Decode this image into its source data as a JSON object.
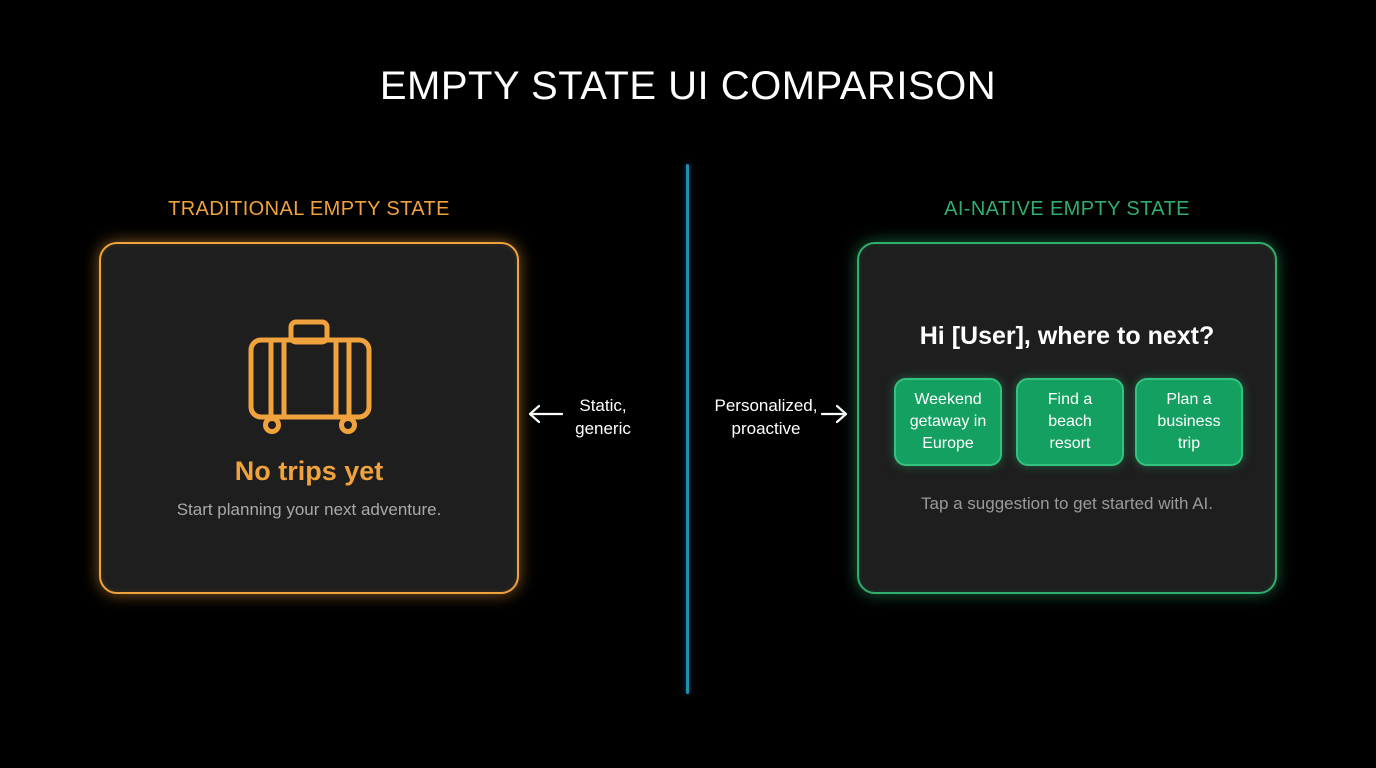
{
  "title": "EMPTY STATE UI COMPARISON",
  "traditional": {
    "label": "TRADITIONAL EMPTY STATE",
    "icon": "suitcase-icon",
    "empty_title": "No trips yet",
    "empty_subtitle": "Start planning your next adventure.",
    "annotation_line1": "Static,",
    "annotation_line2": "generic",
    "color": "#f0a23c"
  },
  "ai_native": {
    "label": "AI-NATIVE EMPTY STATE",
    "greeting": "Hi [User], where to next?",
    "suggestions": [
      {
        "line1": "Weekend",
        "line2": "getaway in",
        "line3": "Europe"
      },
      {
        "line1": "Find a",
        "line2": "beach",
        "line3": "resort"
      },
      {
        "line1": "Plan a",
        "line2": "business",
        "line3": "trip"
      }
    ],
    "hint": "Tap a suggestion to get started with AI.",
    "annotation_line1": "Personalized,",
    "annotation_line2": "proactive",
    "color": "#2fae6e"
  },
  "divider_color": "#1f8fb5"
}
